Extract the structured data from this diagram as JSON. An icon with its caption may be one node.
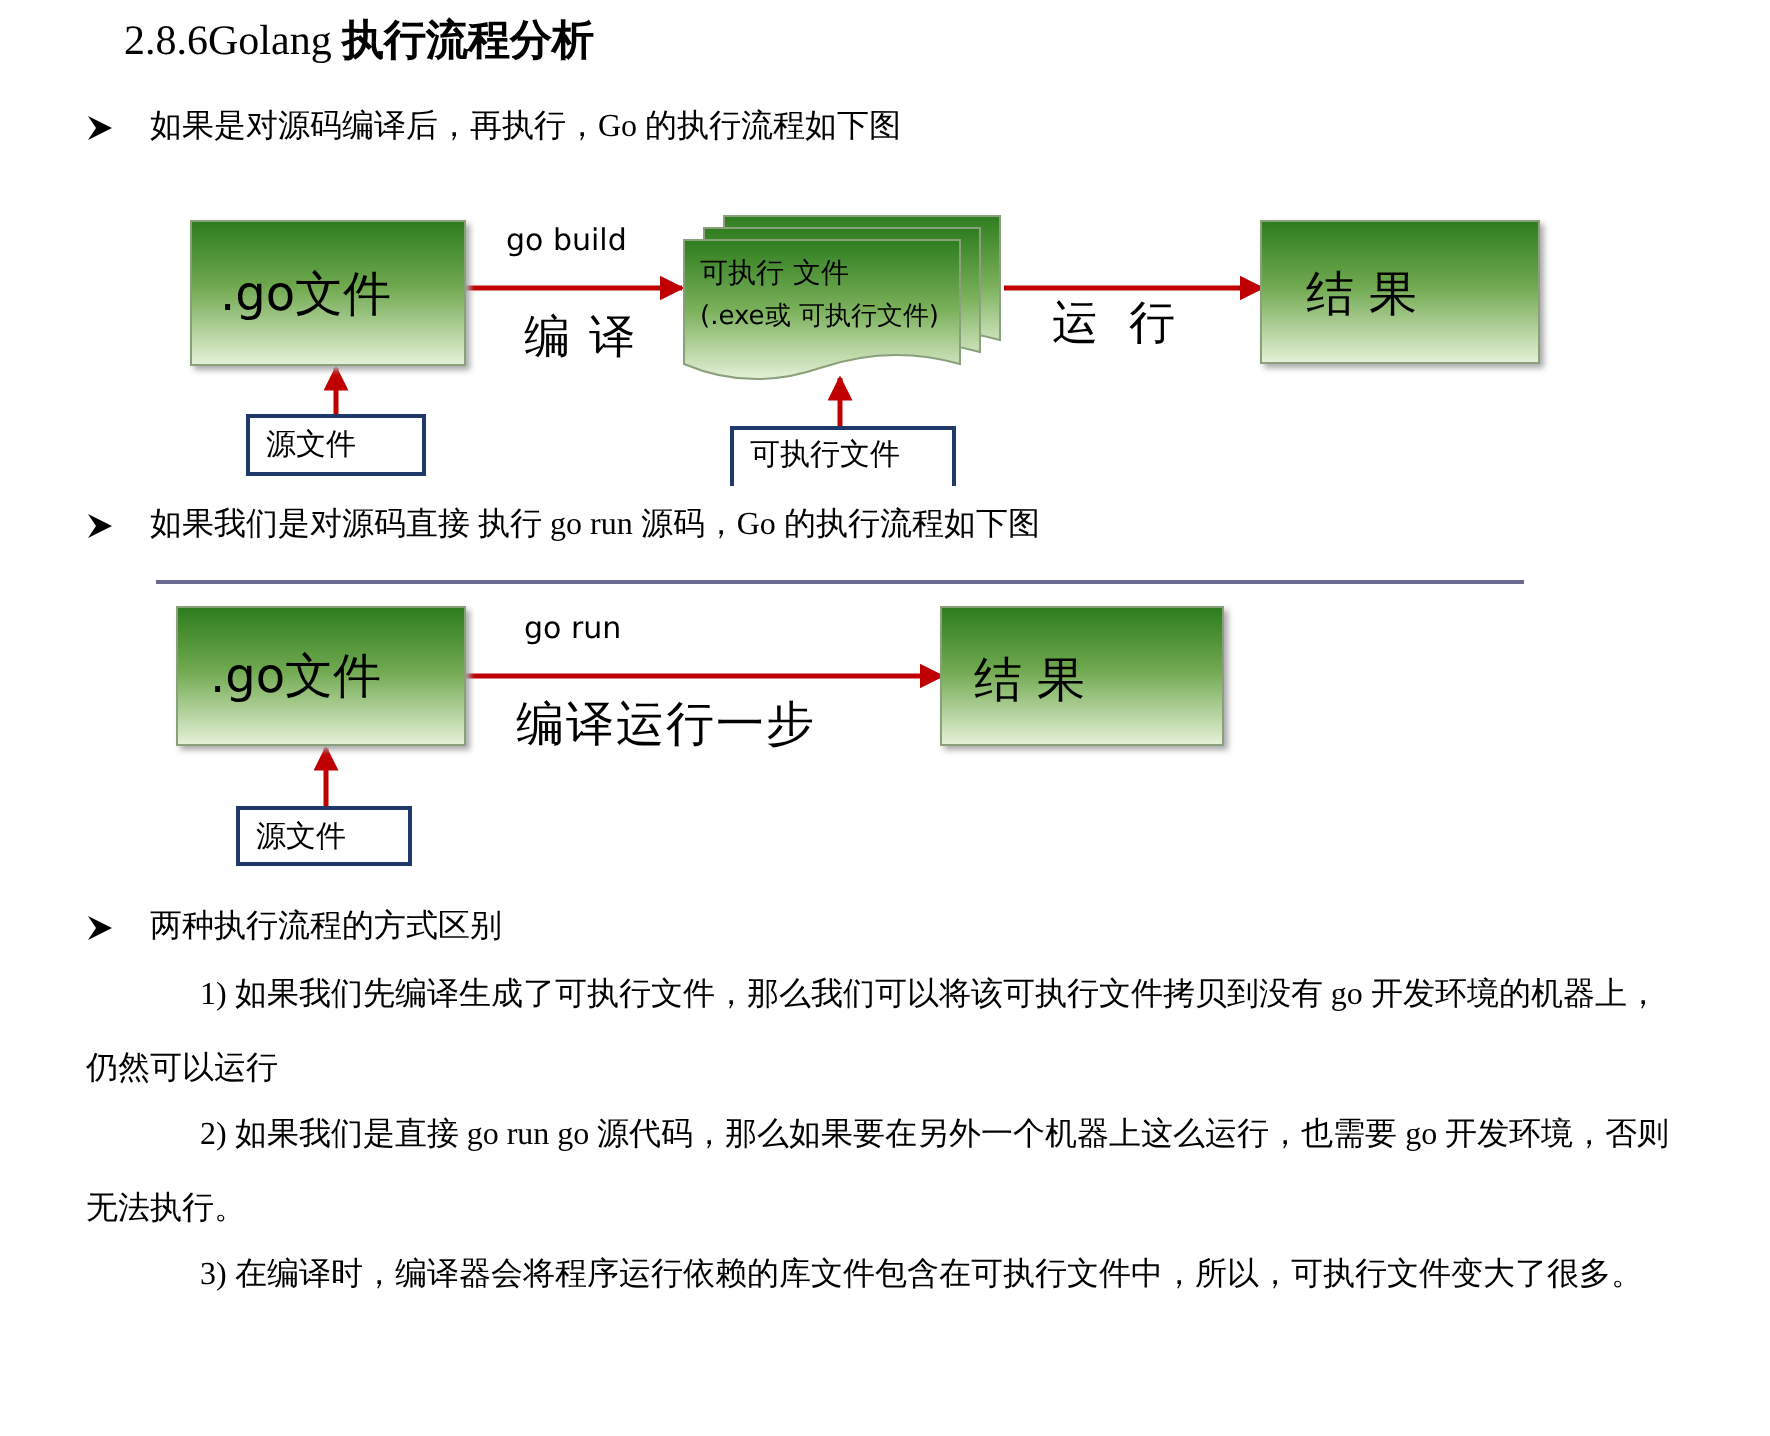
{
  "diagram": {
    "title": "2.8.6Golang **执行流程分析**",
    "nodes": [
      {
        "text": [
          ".go文件"
        ]
      },
      {
        "text": [
          "可执行 文件",
          "(.exe或 可执行文件)"
        ]
      },
      {
        "text": [
          "结 果"
        ]
      },
      {
        "text": [
          "源文件"
        ]
      },
      {
        "text": [
          "可执行文件"
        ]
      },
      {
        "text": [
          ".go文件"
        ]
      },
      {
        "text": [
          "结 果"
        ]
      },
      {
        "text": [
          "源文件"
        ]
      }
    ],
    "edges": [
      {
        "from": 0,
        "to": 1,
        "arrow": "to",
        "label": "go build"
      },
      {
        "from": 1,
        "to": 2,
        "arrow": "to",
        "label": "运 行"
      },
      {
        "from": 3,
        "to": 0,
        "arrow": "to"
      },
      {
        "from": 4,
        "to": 1,
        "arrow": "to"
      },
      {
        "from": 5,
        "to": 6,
        "arrow": "to",
        "label": "go run"
      },
      {
        "from": 7,
        "to": 5,
        "arrow": "to"
      }
    ],
    "labels": [
      "如果是对源码编译后，再执行，Go 的执行流程如下图",
      "编 译",
      "如果我们是对源码直接 执行 go run 源码，Go 的执行流程如下图",
      "编译运行一步",
      "两种执行流程的方式区别",
      "1) 如果我们先编译生成了可执行文件，那么我们可以将该可执行文件拷贝到没有 go 开发环境的机器上，仍然可以运行",
      "2) 如果我们是直接 go run go 源代码，那么如果要在另外一个机器上这么运行，也需要 go 开发环境，否则无法执行。",
      "3) 在编译时，编译器会将程序运行依赖的库文件包含在可执行文件中，所以，可执行文件变大了很多。"
    ]
  }
}
